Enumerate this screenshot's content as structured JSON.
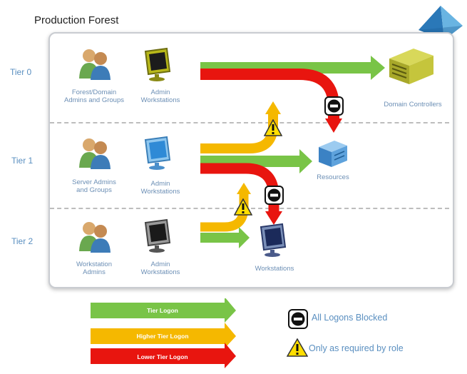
{
  "title": "Production Forest",
  "tiers": [
    {
      "label": "Tier 0"
    },
    {
      "label": "Tier 1"
    },
    {
      "label": "Tier 2"
    }
  ],
  "admins": [
    {
      "label": "Forest/Domain Admins and Groups"
    },
    {
      "label": "Server Admins and Groups"
    },
    {
      "label": "Workstation Admins"
    }
  ],
  "workstations": [
    {
      "label": "Admin Workstations"
    },
    {
      "label": "Admin Workstations"
    },
    {
      "label": "Admin Workstations"
    }
  ],
  "targets": {
    "domain_controllers": "Domain Controllers",
    "resources": "Resources",
    "workstations": "Workstations"
  },
  "legend": {
    "tier_logon": "Tier Logon",
    "higher_tier_logon": "Higher Tier Logon",
    "lower_tier_logon": "Lower Tier Logon",
    "all_logons_blocked": "All Logons Blocked",
    "only_as_required": "Only as required by role"
  },
  "colors": {
    "green": "#79c447",
    "yellow": "#f5b800",
    "red": "#e8150f",
    "accent_blue": "#5a8fc0"
  },
  "icons": [
    "admin-group-icon",
    "admin-workstation-icon",
    "domain-controller-icon",
    "resources-server-icon",
    "workstation-icon",
    "blocked-icon",
    "warning-icon",
    "pyramid-logo-icon"
  ]
}
